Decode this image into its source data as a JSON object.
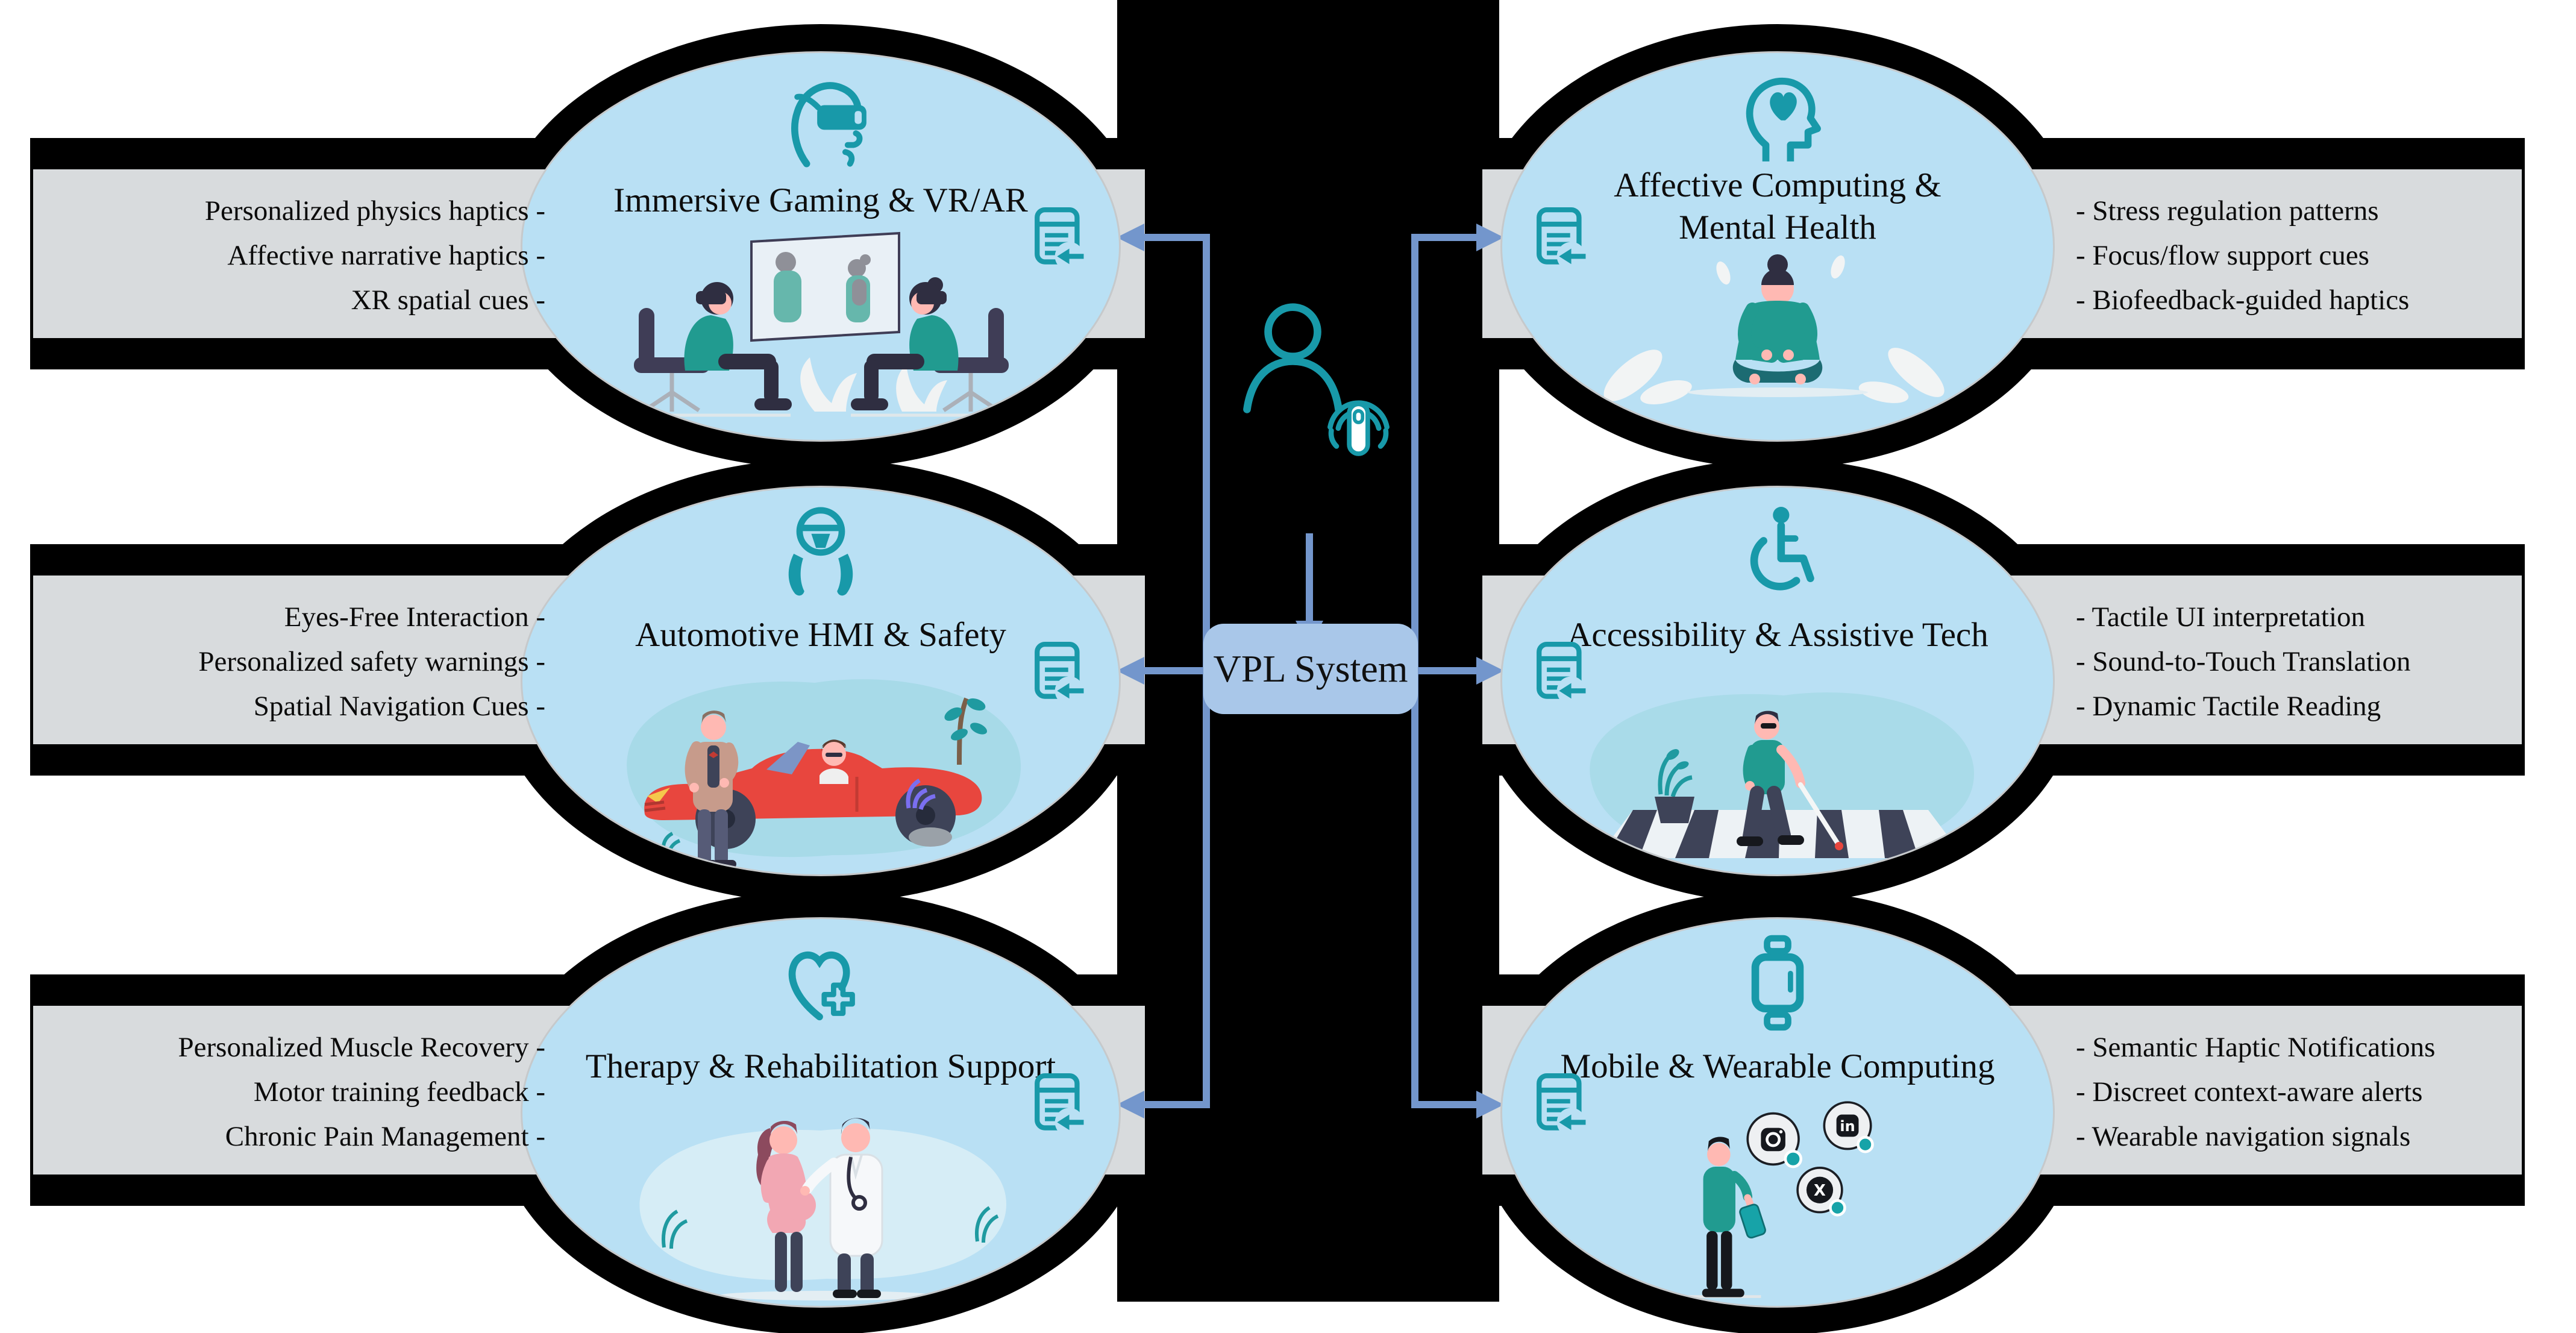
{
  "figure": {
    "center": {
      "vpl_label": "VPL System",
      "user_icon": "user-outline-icon",
      "haptic_icon": "haptic-touch-icon"
    },
    "doc_icon": "document-input-icon",
    "bubbles": [
      {
        "title": "Immersive Gaming & VR/AR",
        "icon": "vr-headset-icon",
        "side": "left",
        "labels": [
          "Personalized physics haptics -",
          "Affective narrative haptics -",
          "XR spatial cues -"
        ]
      },
      {
        "title": "Automotive HMI & Safety",
        "icon": "steering-wheel-hands-icon",
        "side": "left",
        "labels": [
          "Eyes-Free Interaction -",
          "Personalized safety warnings -",
          "Spatial Navigation Cues -"
        ]
      },
      {
        "title": "Therapy & Rehabilitation Support",
        "icon": "heart-medical-cross-icon",
        "side": "left",
        "labels": [
          "Personalized Muscle Recovery -",
          "Motor training feedback -",
          "Chronic Pain Management -"
        ]
      },
      {
        "title": "Affective Computing &\nMental Health",
        "icon": "head-heart-icon",
        "side": "right",
        "labels": [
          "- Stress regulation patterns",
          "- Focus/flow support cues",
          "- Biofeedback-guided haptics"
        ]
      },
      {
        "title": "Accessibility & Assistive Tech",
        "icon": "wheelchair-accessibility-icon",
        "side": "right",
        "labels": [
          "- Tactile UI interpretation",
          "- Sound-to-Touch Translation",
          "- Dynamic Tactile Reading"
        ]
      },
      {
        "title": "Mobile & Wearable Computing",
        "icon": "smartwatch-icon",
        "side": "right",
        "labels": [
          "- Semantic Haptic Notifications",
          "- Discreet context-aware alerts",
          "- Wearable navigation signals"
        ]
      }
    ],
    "colors": {
      "teal_icon": "#1899A9",
      "arrow_blue": "#7396CC",
      "vpl_fill": "#A9C7E9",
      "ellipse_fill": "#B9E0F4",
      "box_gray": "#D8DBDD",
      "shadow_black": "#000000"
    }
  }
}
